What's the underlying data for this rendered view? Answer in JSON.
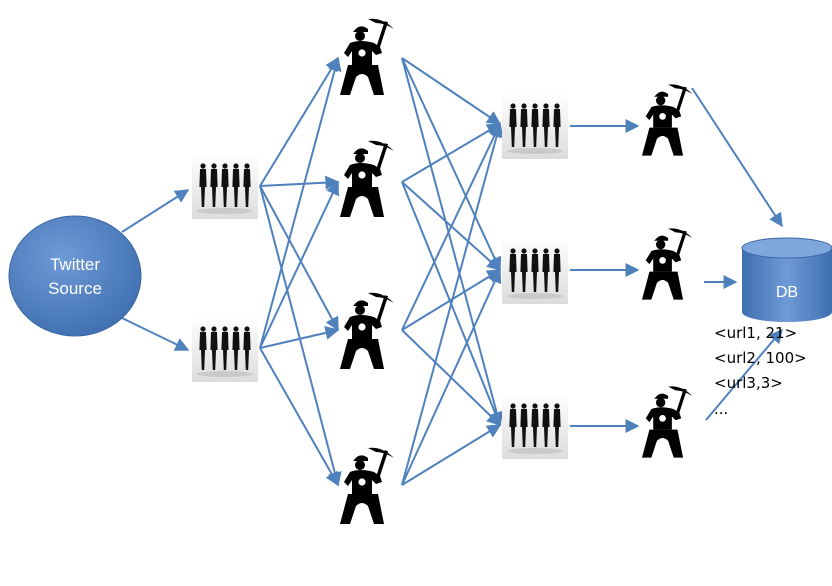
{
  "source": {
    "line1": "Twitter",
    "line2": "Source"
  },
  "db": {
    "label": "DB"
  },
  "db_records": [
    "<url1, 21>",
    "<url2, 100>",
    "<url3,3>",
    "..."
  ],
  "icons": {
    "queue": "people-queue-icon",
    "worker": "miner-pickaxe-icon",
    "database": "database-cylinder-icon"
  },
  "colors": {
    "arrow": "#4f81bd",
    "source_fill": "#4f81bd",
    "db_fill": "#4f81bd",
    "figure": "#000000"
  }
}
